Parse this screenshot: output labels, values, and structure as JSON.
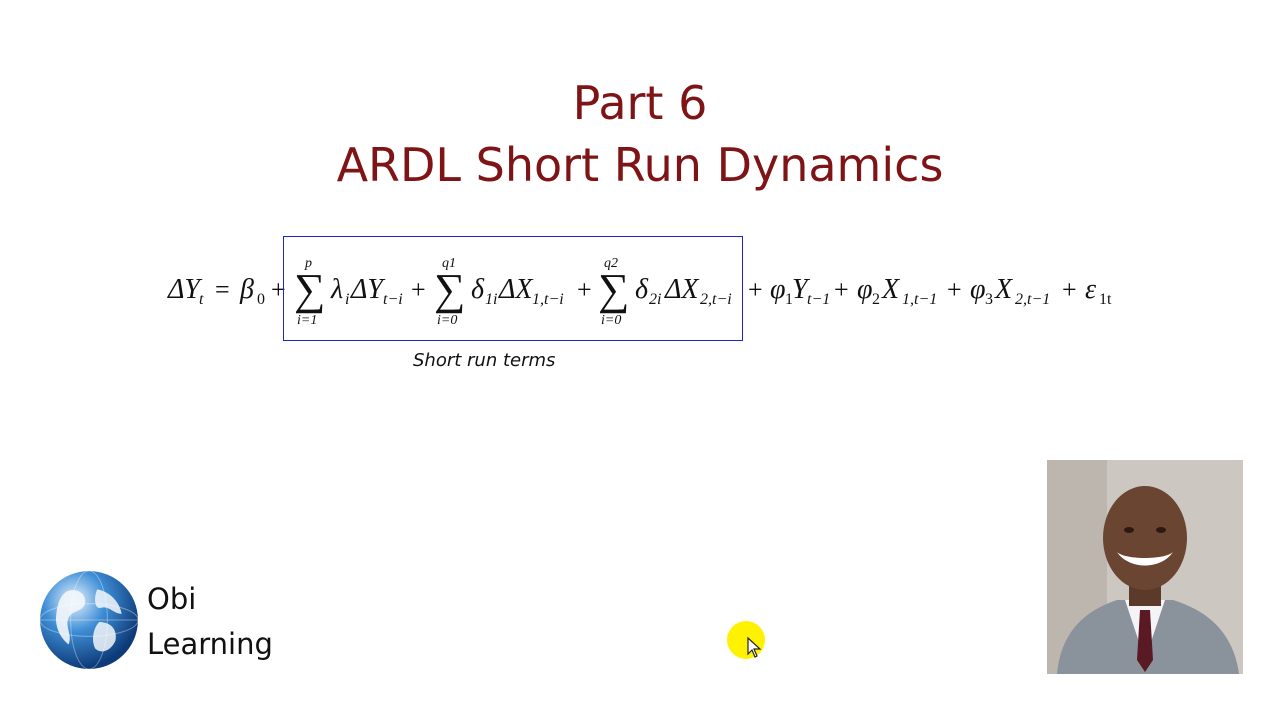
{
  "slide": {
    "title_line1": "Part 6",
    "title_line2": "ARDL Short Run Dynamics",
    "title_color": "#7f1416"
  },
  "equation": {
    "lhs": "ΔY",
    "lhs_sub": "t",
    "equals": "=",
    "beta": "β",
    "beta_sub": "0",
    "plus": "+",
    "sum": "∑",
    "sum1_upper": "p",
    "sum1_lower": "i=1",
    "lambda": "λ",
    "lambda_sub": "i",
    "dY": "ΔY",
    "dY_sub": "t−i",
    "sum2_upper": "q1",
    "sum2_lower": "i=0",
    "delta1": "δ",
    "delta1_sub": "1i",
    "dX1": "ΔX",
    "dX1_sub": "1,t−i",
    "sum3_upper": "q2",
    "sum3_lower": "i=0",
    "delta2": "δ",
    "delta2_sub": "2i",
    "dX2": "ΔX",
    "dX2_sub": "2,t−i",
    "phi": "φ",
    "phi1_sub": "1",
    "Y": "Y",
    "Y_sub": "t−1",
    "phi2_sub": "2",
    "X": "X",
    "X1_sub": "1,t−1",
    "phi3_sub": "3",
    "X2_sub": "2,t−1",
    "eps": "ε",
    "eps_sub": "1t",
    "box_color": "#2222cc",
    "box_label": "Short run terms"
  },
  "branding": {
    "logo_icon": "globe-icon",
    "line1": "Obi",
    "line2": "Learning"
  },
  "presenter": {
    "icon": "presenter-photo"
  },
  "cursor": {
    "icon": "mouse-pointer-icon",
    "highlight_color": "#fff200"
  }
}
